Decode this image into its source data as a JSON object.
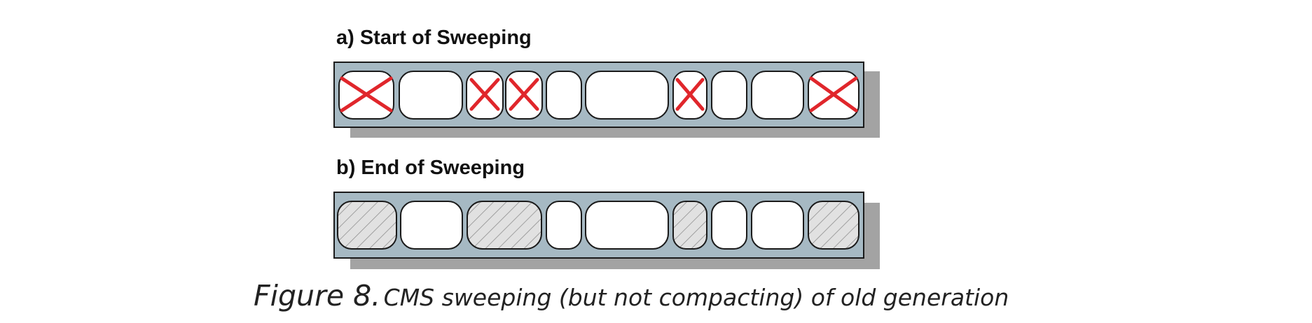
{
  "panels": {
    "a": {
      "title": "a) Start of Sweeping"
    },
    "b": {
      "title": "b) End of Sweeping"
    }
  },
  "caption": {
    "label": "Figure 8.",
    "text": "CMS sweeping (but not compacting) of old generation"
  },
  "colors": {
    "generation_fill": "#a6b9c3",
    "shadow": "#a3a3a3",
    "object_fill": "#ffffff",
    "free_fill": "#e1e1e1",
    "hatch": "#8f8f8f",
    "mark": "#e0262b",
    "outline": "#1a1a1a"
  },
  "icons": {
    "dead_object_marker": "red-x-icon",
    "free_space_pattern": "hatch-pattern"
  }
}
